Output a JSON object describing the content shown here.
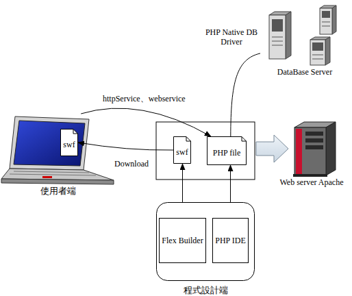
{
  "diagram": {
    "nodes": [
      {
        "text": [
          "使用者端"
        ]
      },
      {
        "text": [
          "swf"
        ],
        "in": 0
      },
      {
        "text": [
          "swf"
        ]
      },
      {
        "text": [
          "PHP file"
        ]
      },
      {
        "text": [
          "DataBase Server"
        ]
      },
      {
        "text": [
          "Web server Apache"
        ]
      },
      {
        "text": [
          "程式設計端"
        ]
      },
      {
        "text": [
          "Flex Builder"
        ],
        "in": 6
      },
      {
        "text": [
          "PHP IDE"
        ],
        "in": 6
      }
    ],
    "edges": [
      {
        "from": 2,
        "to": 1,
        "arrow": "to",
        "label": "Download"
      },
      {
        "from": 0,
        "to": 3,
        "arrow": "to",
        "label": "httpService、webservice"
      },
      {
        "from": 3,
        "to": 4,
        "arrow": "none",
        "label": "PHP Native DB Driver"
      },
      {
        "from": 7,
        "to": 2,
        "arrow": "to"
      },
      {
        "from": 8,
        "to": 3,
        "arrow": "to"
      }
    ]
  }
}
